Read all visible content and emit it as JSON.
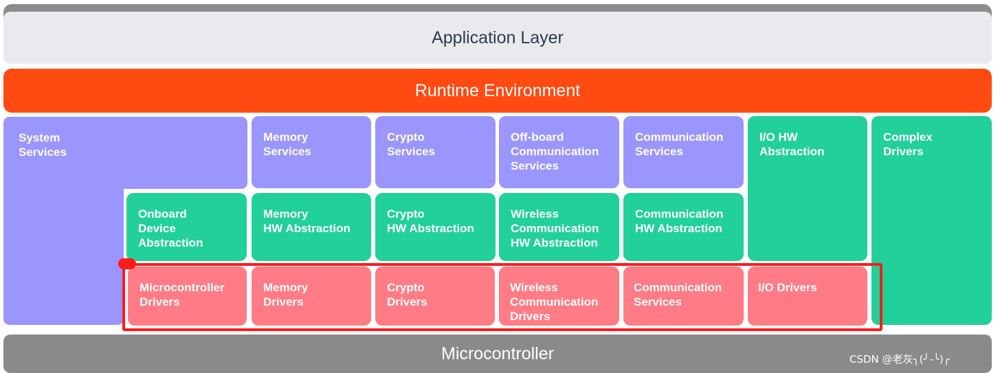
{
  "layers": {
    "application": "Application Layer",
    "runtime": "Runtime Environment",
    "microcontroller": "Microcontroller"
  },
  "services": {
    "system": [
      "System",
      "Services"
    ],
    "memory": [
      "Memory",
      "Services"
    ],
    "crypto": [
      "Crypto",
      "Services"
    ],
    "offboard": [
      "Off-board",
      "Communication",
      "Services"
    ],
    "communication": [
      "Communication",
      "Services"
    ]
  },
  "ecu_abstraction": {
    "io_hw": [
      "I/O HW",
      "Abstraction"
    ],
    "complex": [
      "Complex",
      "Drivers"
    ]
  },
  "hw_abstraction": {
    "onboard": [
      "Onboard",
      "Device",
      "Abstraction"
    ],
    "memory": [
      "Memory",
      "HW Abstraction"
    ],
    "crypto": [
      "Crypto",
      "HW Abstraction"
    ],
    "wireless": [
      "Wireless",
      "Communication",
      "HW Abstraction"
    ],
    "communication": [
      "Communication",
      "HW Abstraction"
    ]
  },
  "drivers": {
    "microcontroller": [
      "Microcontroller",
      "Drivers"
    ],
    "memory": [
      "Memory",
      "Drivers"
    ],
    "crypto": [
      "Crypto",
      "Drivers"
    ],
    "wireless": [
      "Wireless",
      "Communication",
      "Drivers"
    ],
    "communication": [
      "Communication",
      "Services"
    ],
    "io": [
      "I/O Drivers"
    ]
  },
  "watermark": "CSDN @老灰╮(╯-╰)╭",
  "colors": {
    "services": "#9b95fe",
    "abstraction": "#22d099",
    "drivers": "#ff7b85",
    "runtime": "#ff4a12",
    "highlight": "#ff1a1a",
    "microcontroller": "#8a8a8a",
    "application": "#e9eaee"
  }
}
